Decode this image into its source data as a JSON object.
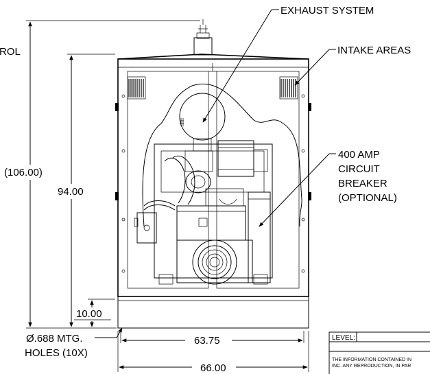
{
  "labels": {
    "exhaust_system": "EXHAUST SYSTEM",
    "intake_areas": "INTAKE AREAS",
    "control_partial": "ROL",
    "breaker_line1": "400 AMP",
    "breaker_line2": "CIRCUIT",
    "breaker_line3": "BREAKER",
    "breaker_line4": "(OPTIONAL)",
    "mtg_holes_line1": "Ø.688 MTG.",
    "mtg_holes_line2": "HOLES (10X)"
  },
  "dimensions": {
    "overall_height": "(106.00)",
    "enclosure_height": "94.00",
    "base_height": "10.00",
    "hole_spacing_width": "63.75",
    "overall_width": "66.00"
  },
  "title_block": {
    "level_label": "LEVEL:",
    "notice_line1": "THE INFORMATION CONTAINED IN",
    "notice_line2": "INC. ANY REPRODUCTION, IN PAR"
  }
}
